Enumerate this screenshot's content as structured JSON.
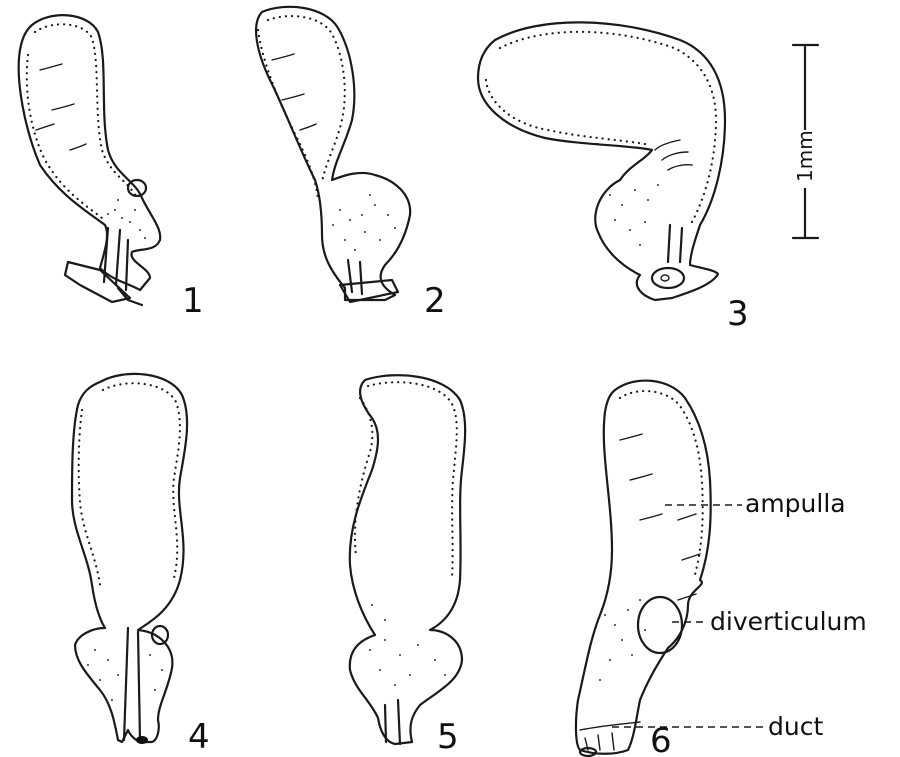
{
  "figure_numbers": [
    "1",
    "2",
    "3",
    "4",
    "5",
    "6"
  ],
  "scale_bar": {
    "label": "1mm"
  },
  "labels": {
    "ampulla": "ampulla",
    "diverticulum": "diverticulum",
    "duct": "duct"
  }
}
